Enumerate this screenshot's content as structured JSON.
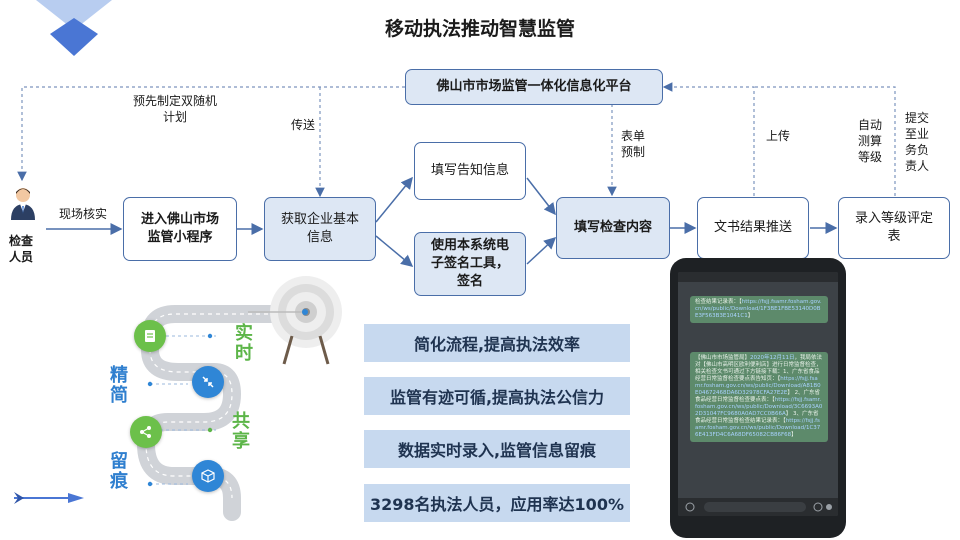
{
  "title": "移动执法推动智慧监管",
  "platform": "佛山市市场监管一体化信息化平台",
  "inspector": "检查\n人员",
  "flow_labels": {
    "onsite": "现场核实",
    "plan": "预先制定双随机\n计划",
    "transfer": "传送",
    "form_prep": "表单\n预制",
    "upload": "上传",
    "auto_grade": "自动\n测算\n等级",
    "submit": "提交\n至业\n务负\n责人"
  },
  "flow_boxes": {
    "mini_program": "进入佛山市场\n监管小程序",
    "get_info": "获取企业基本\n信息",
    "notice": "填写告知信息",
    "esign": "使用本系统电\n子签名工具，\n签名",
    "inspect": "填写检查内容",
    "push": "文书结果推送",
    "grade": "录入等级评定\n表"
  },
  "features": {
    "realtime": "实\n时",
    "precise": "精\n简",
    "share": "共\n享",
    "trace": "留\n痕"
  },
  "banners": [
    "简化流程,提高执法效率",
    "监管有迹可循,提高执法公信力",
    "数据实时录入,监管信息留痕",
    "3298名执法人员，应用率达100%"
  ],
  "phone": {
    "msg1_label": "检查结果记录表：【",
    "msg1_link": "https://fsjj.fsamr.fosham.gov.cn/ws/public/Download/1F3BE1FBE53140D0BE3F563B3E1041C1",
    "msg2_header": "【佛山市市场监管局】",
    "msg2_date": "2020年12月11日",
    "msg2_body": "，我局依法对【佛山市高明区欧利便利店】进行日常监督检查，相关检查文书可通过下方链接下载：1、广东省食品经营日常监督检查要点表告知页：【",
    "msg2_link1": "https://fsjj.fsamr.fosham.gov.cn/ws/public/Download/A81B0E04672468DA6D32978CFA27E2E",
    "msg2_mid": "2、广东省食品经营日常监督检查要点表：【",
    "msg2_link2": "https://fsjj.fsamr.fosham.gov.cn/ws/public/Download/3C6693A02D31047FC9680A0AD7CC0B66A",
    "msg2_tail": "3、广东省食品经营日常监督检查结果记录表：【",
    "msg2_link3": "https://fsjj.fsamr.fosham.gov.cn/ws/public/Download/1C376E413FD4C6A68DF65082CB86F68"
  },
  "colors": {
    "box_border": "#4a6ea8",
    "box_blue_fill": "#dde7f4",
    "banner_fill": "#c7d9ef",
    "accent_green": "#5cb548",
    "accent_blue": "#2f7fcf",
    "deco_blue": "#4a76d4"
  }
}
